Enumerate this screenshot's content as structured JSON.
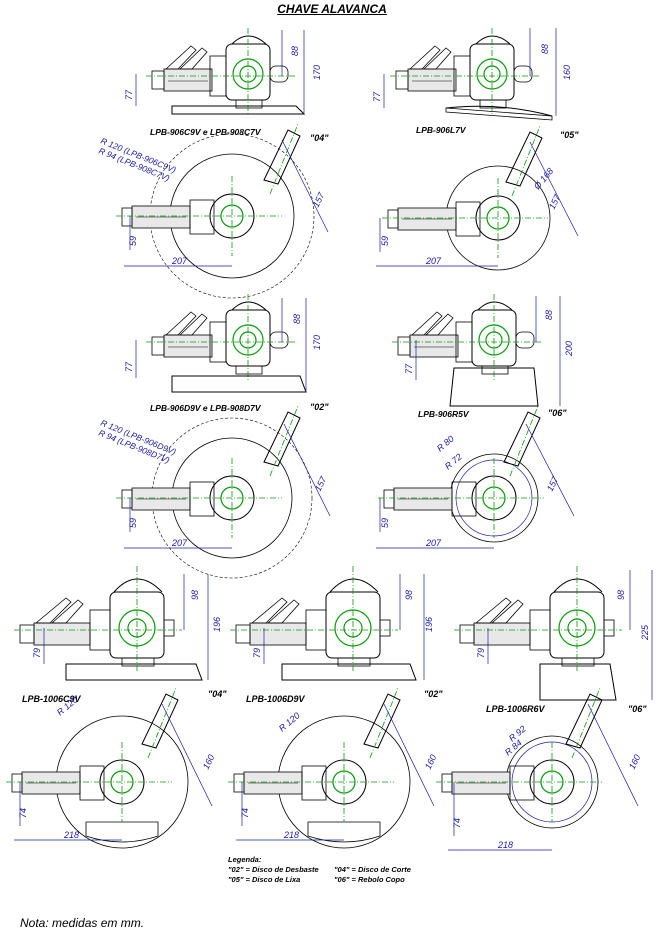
{
  "title": "CHAVE ALAVANCA",
  "note": "Nota: medidas em mm.",
  "legend": {
    "heading": "Legenda:",
    "items": [
      "\"02\" = Disco de Desbaste",
      "\"04\" = Disco de Corte",
      "\"05\" = Disco de Lixa",
      "\"06\" = Rebolo Copo"
    ]
  },
  "models": {
    "m1": {
      "label": "LPB-906C9V e LPB-908C7V",
      "code": "\"04\"",
      "dims": [
        "88",
        "170",
        "77"
      ],
      "plan": [
        "R 120 (LPB-906C9V)",
        "R 94 (LPB-908C7V)",
        "157",
        "59",
        "207"
      ]
    },
    "m2": {
      "label": "LPB-906L7V",
      "code": "\"05\"",
      "dims": [
        "88",
        "160",
        "77"
      ],
      "plan": [
        "Ø 168",
        "157",
        "59",
        "207"
      ]
    },
    "m3": {
      "label": "LPB-906D9V e LPB-908D7V",
      "code": "\"02\"",
      "dims": [
        "88",
        "170",
        "77"
      ],
      "plan": [
        "R 120 (LPB-906D9V)",
        "R 94 (LPB-908D7V)",
        "157",
        "59",
        "207"
      ]
    },
    "m4": {
      "label": "LPB-906R5V",
      "code": "\"06\"",
      "dims": [
        "88",
        "200",
        "77"
      ],
      "plan": [
        "R 80",
        "R 72",
        "157",
        "59",
        "207"
      ]
    },
    "m5": {
      "label": "LPB-1006C9V",
      "code": "\"04\"",
      "dims": [
        "98",
        "196",
        "79"
      ],
      "plan": [
        "R 120",
        "160",
        "74",
        "218"
      ]
    },
    "m6": {
      "label": "LPB-1006D9V",
      "code": "\"02\"",
      "dims": [
        "98",
        "196",
        "79"
      ],
      "plan": [
        "R 120",
        "160",
        "74",
        "218"
      ]
    },
    "m7": {
      "label": "LPB-1006R6V",
      "code": "\"06\"",
      "dims": [
        "98",
        "225",
        "79"
      ],
      "plan": [
        "R 92",
        "R 84",
        "160",
        "74",
        "218"
      ]
    }
  }
}
